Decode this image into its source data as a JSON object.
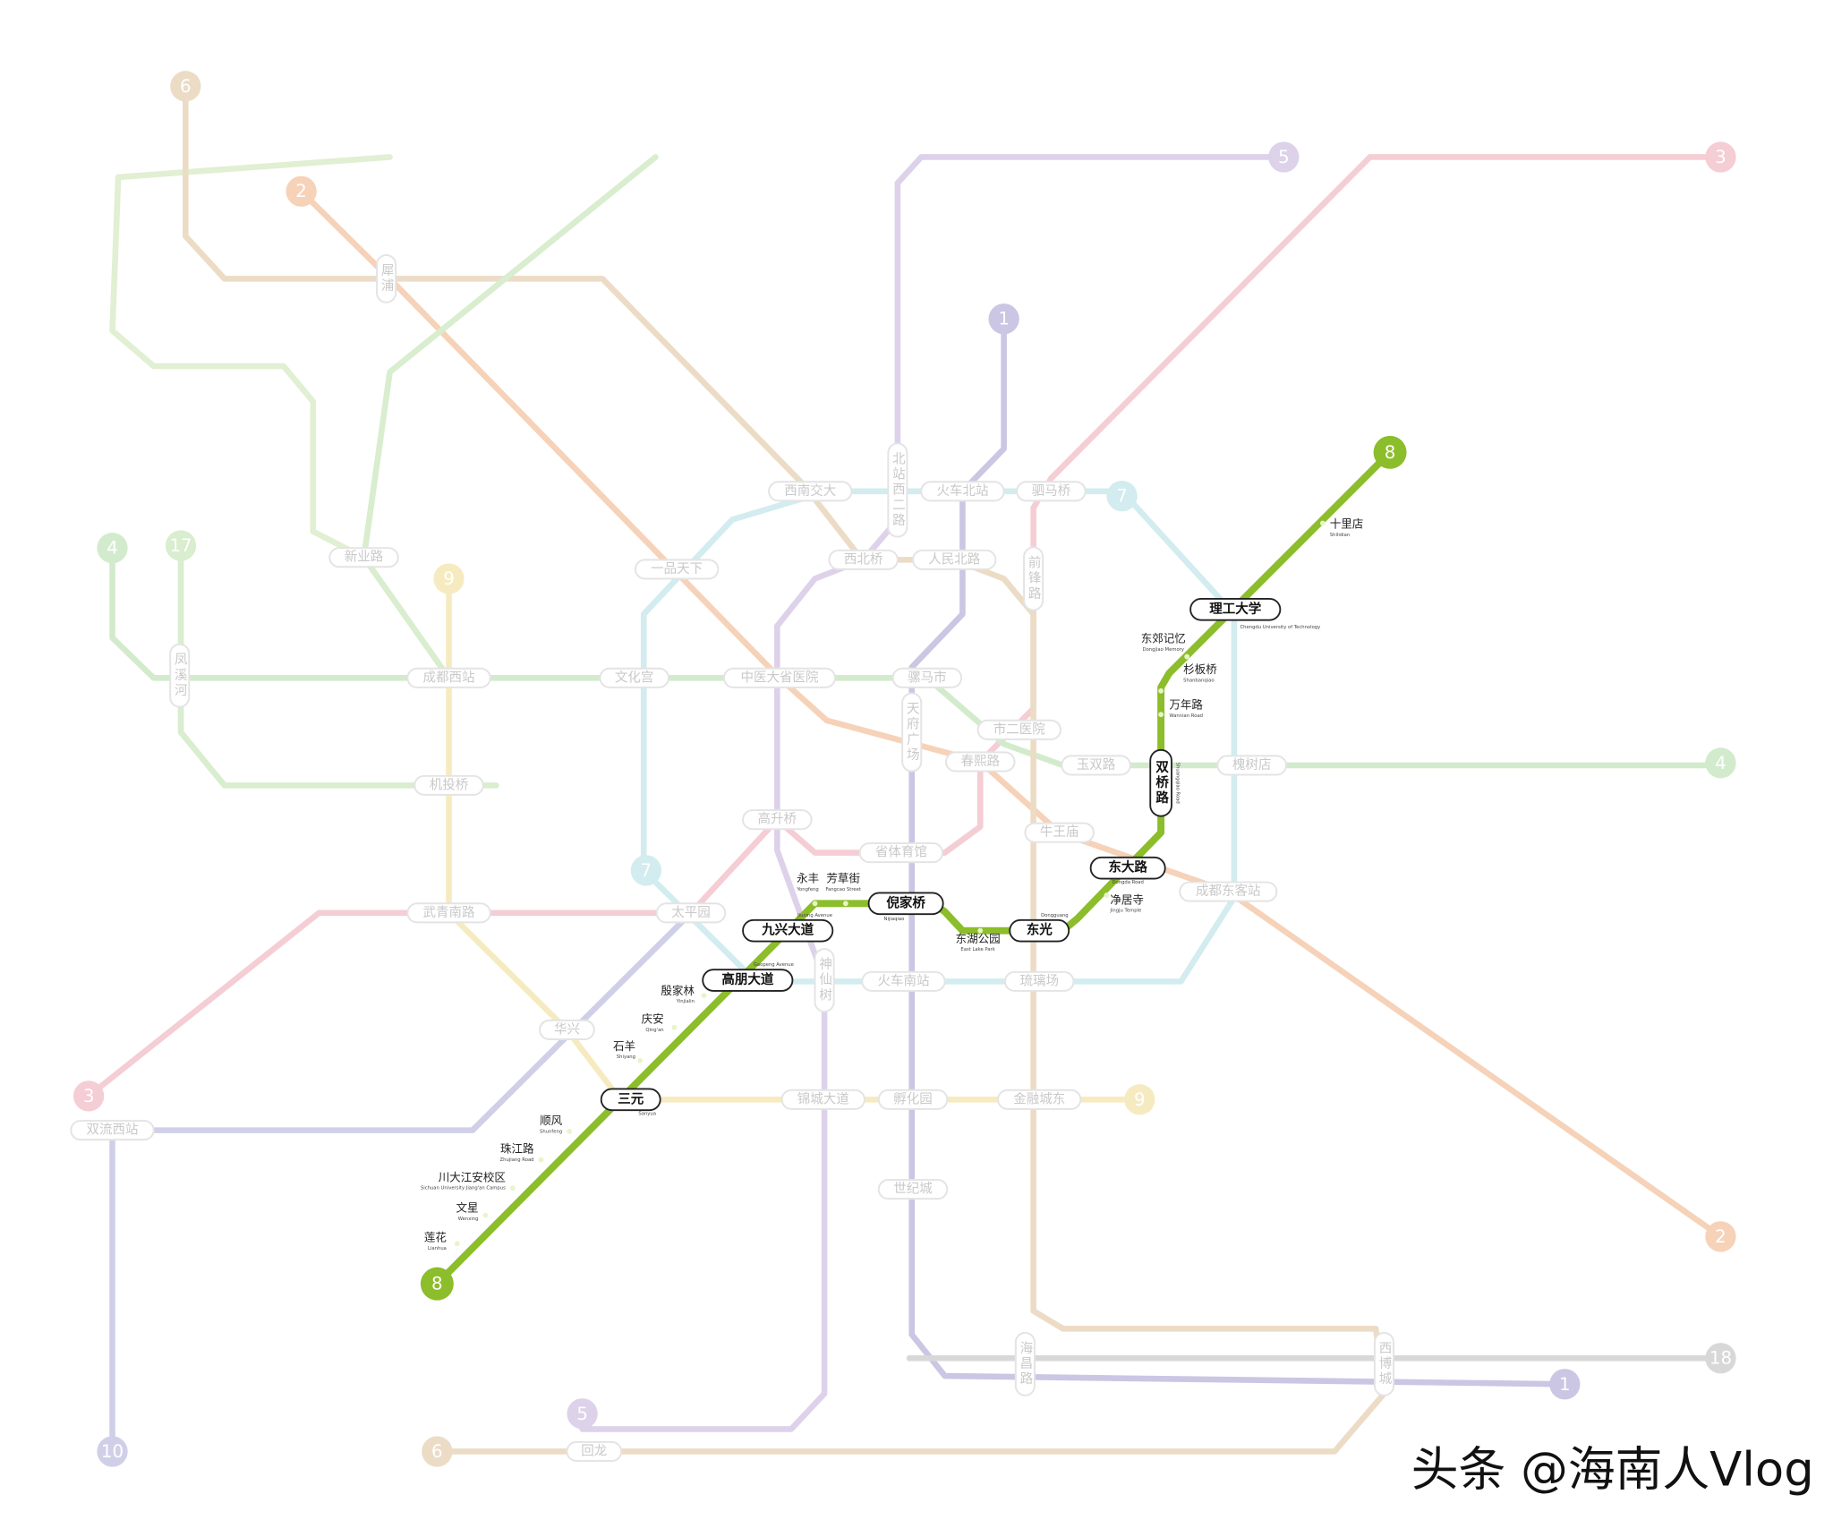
{
  "map": {
    "highlight_line": {
      "number": "8",
      "color": "#8cbd2a",
      "stations": [
        {
          "name": "十里店",
          "en": "Shilidian"
        },
        {
          "name": "理工大学",
          "en": "Chengdu University of Technology"
        },
        {
          "name": "东郊记忆",
          "en": "Dongjiao Memory"
        },
        {
          "name": "杉板桥",
          "en": "Shanbanqiao"
        },
        {
          "name": "万年路",
          "en": "Wannian Road"
        },
        {
          "name": "双桥路",
          "en": "Shuangqiao Road"
        },
        {
          "name": "东大路",
          "en": "Dongda Road"
        },
        {
          "name": "净居寺",
          "en": "Jingju Temple"
        },
        {
          "name": "东光",
          "en": "Dongguang"
        },
        {
          "name": "东湖公园",
          "en": "East Lake Park"
        },
        {
          "name": "倪家桥",
          "en": "Nijiaqiao"
        },
        {
          "name": "芳草街",
          "en": "Fangcao Street"
        },
        {
          "name": "永丰",
          "en": "Yongfeng"
        },
        {
          "name": "九兴大道",
          "en": "Jiuxing Avenue"
        },
        {
          "name": "高朋大道",
          "en": "Gaopeng Avenue"
        },
        {
          "name": "殷家林",
          "en": "Yinjialin"
        },
        {
          "name": "庆安",
          "en": "Qing'an"
        },
        {
          "name": "石羊",
          "en": "Shiyang"
        },
        {
          "name": "三元",
          "en": "Sanyua"
        },
        {
          "name": "顺风",
          "en": "Shunfeng"
        },
        {
          "name": "珠江路",
          "en": "Zhujiang Road"
        },
        {
          "name": "川大江安校区",
          "en": "Sichuan University Jiang'an Campus"
        },
        {
          "name": "文星",
          "en": "Wenxing"
        },
        {
          "name": "莲花",
          "en": "Lianhua"
        }
      ]
    },
    "faded_lines": [
      {
        "number": "1",
        "color": "#cbc6e3"
      },
      {
        "number": "2",
        "color": "#f6d2b8"
      },
      {
        "number": "3",
        "color": "#f5cdd4"
      },
      {
        "number": "4",
        "color": "#d3ebcd"
      },
      {
        "number": "5",
        "color": "#ddd2ea"
      },
      {
        "number": "6",
        "color": "#ecdcc6"
      },
      {
        "number": "7",
        "color": "#d2ecef"
      },
      {
        "number": "9",
        "color": "#f6ebc0"
      },
      {
        "number": "10",
        "color": "#cfd0e8"
      },
      {
        "number": "17",
        "color": "#d9edcf"
      },
      {
        "number": "18",
        "color": "#d8d8d8"
      }
    ],
    "faded_line_badges": [
      "6",
      "2",
      "5",
      "3",
      "1",
      "7",
      "4",
      "17",
      "9",
      "4",
      "7",
      "3",
      "2",
      "9",
      "5",
      "6",
      "10",
      "1",
      "18"
    ],
    "faded_interchanges": [
      "新业路",
      "成都西站",
      "文化宫",
      "中医大省医院",
      "骡马市",
      "西南交大",
      "火车北站",
      "驷马桥",
      "西北桥",
      "人民北路",
      "一品天下",
      "市二医院",
      "春熙路",
      "玉双路",
      "槐树店",
      "机投桥",
      "高升桥",
      "省体育馆",
      "牛王庙",
      "成都东客站",
      "武青南路",
      "太平园",
      "火车南站",
      "琉璃场",
      "华兴",
      "锦城大道",
      "孵化园",
      "金融城东",
      "双流西站",
      "世纪城",
      "回龙"
    ],
    "faded_vertical_interchanges": [
      "北站西二路",
      "天府广场",
      "前锋路",
      "凤溪河",
      "神仙树",
      "犀浦",
      "海昌路",
      "西博城"
    ]
  },
  "watermark": "头条 @海南人Vlog"
}
